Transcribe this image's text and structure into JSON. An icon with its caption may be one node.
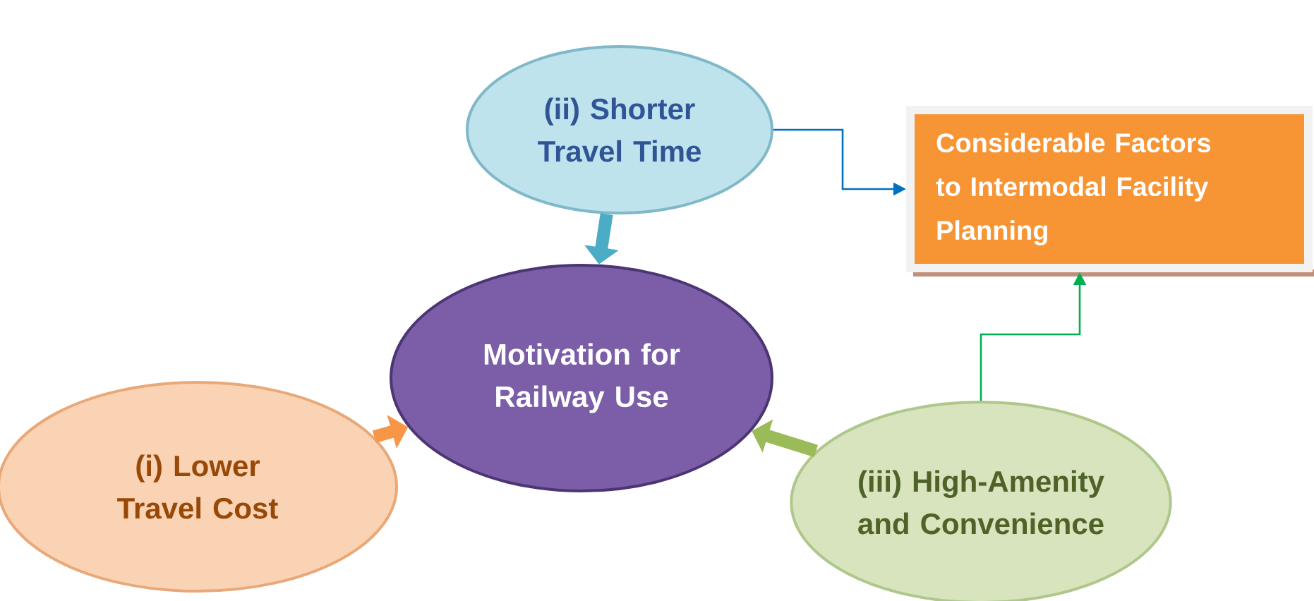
{
  "diagram": {
    "nodes": [
      {
        "text": [
          "(ii) Shorter Travel Time"
        ]
      },
      {
        "text": [
          "Considerable Factors to Intermodal Facility Planning"
        ]
      },
      {
        "text": [
          "Motivation for Railway Use"
        ]
      },
      {
        "text": [
          "(i) Lower Travel Cost"
        ]
      },
      {
        "text": [
          "(iii) High-Amenity and Convenience"
        ]
      }
    ],
    "edges": [
      {
        "from": 0,
        "to": 2,
        "arrow": "to",
        "color": "#4bacc6"
      },
      {
        "from": 3,
        "to": 2,
        "arrow": "to",
        "color": "#f79646"
      },
      {
        "from": 4,
        "to": 2,
        "arrow": "to",
        "color": "#9bbb59"
      },
      {
        "from": 0,
        "to": 1,
        "arrow": "to",
        "color": "#0070c0"
      },
      {
        "from": 4,
        "to": 1,
        "arrow": "to",
        "color": "#00b050"
      }
    ]
  }
}
